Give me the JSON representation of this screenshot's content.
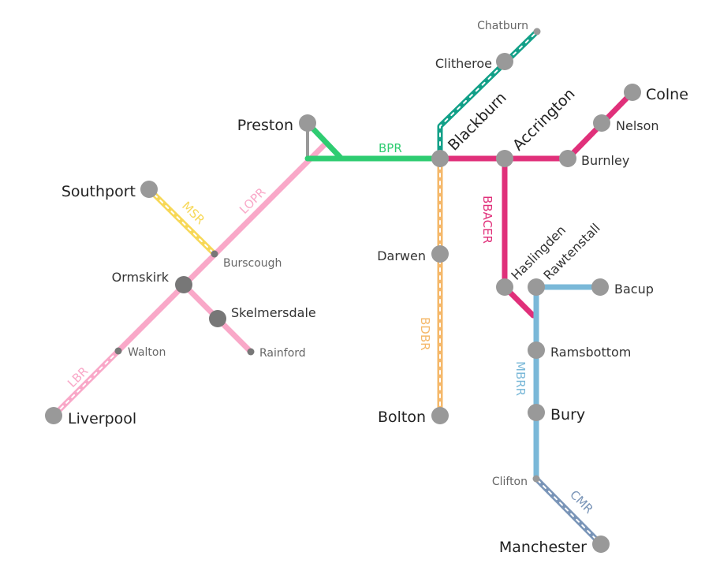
{
  "lines": {
    "lopr": {
      "label": "LOPR",
      "color": "#f9a8c8"
    },
    "lbr": {
      "label": "LBR",
      "color": "#f9a8c8"
    },
    "msr": {
      "label": "MSR",
      "color": "#f7d858"
    },
    "bpr": {
      "label": "BPR",
      "color": "#2ecc71"
    },
    "bdbr": {
      "label": "BDBR",
      "color": "#f5b86a"
    },
    "bbacer": {
      "label": "BBACER",
      "color": "#e0307a"
    },
    "mbrr": {
      "label": "MBRR",
      "color": "#7ab8d8"
    },
    "cmr": {
      "label": "CMR",
      "color": "#7a95b8"
    },
    "clitheroe": {
      "color": "#12a088"
    }
  },
  "stations": {
    "preston": "Preston",
    "blackburn": "Blackburn",
    "accrington": "Accrington",
    "burnley": "Burnley",
    "nelson": "Nelson",
    "colne": "Colne",
    "clitheroe": "Clitheroe",
    "chatburn": "Chatburn",
    "southport": "Southport",
    "burscough": "Burscough",
    "ormskirk": "Ormskirk",
    "skelmersdale": "Skelmersdale",
    "rainford": "Rainford",
    "walton": "Walton",
    "liverpool": "Liverpool",
    "darwen": "Darwen",
    "bolton": "Bolton",
    "haslingden": "Haslingden",
    "rawtenstall": "Rawtenstall",
    "bacup": "Bacup",
    "ramsbottom": "Ramsbottom",
    "bury": "Bury",
    "clifton": "Clifton",
    "manchester": "Manchester"
  }
}
